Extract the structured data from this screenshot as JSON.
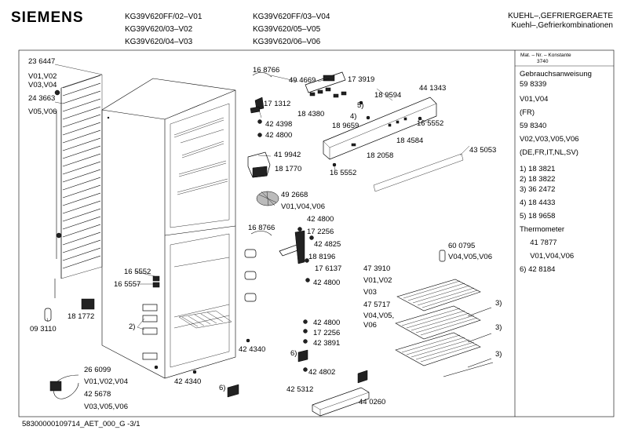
{
  "header": {
    "brand": "SIEMENS",
    "models_col1": [
      "KG39V620FF/02–V01",
      "KG39V620/03–V02",
      "KG39V620/04–V03"
    ],
    "models_col2": [
      "KG39V620FF/03–V04",
      "KG39V620/05–V05",
      "KG39V620/06–V06"
    ],
    "category_line1": "KUEHL–,GEFRIERGERAETE",
    "category_line2": "Kuehl–,Gefrierkombinationen"
  },
  "sidebar": {
    "heading": "Mat. – Nr. – Konstante",
    "heading_value": "3740",
    "lines": [
      "Gebrauchsanweisung",
      "59 8339",
      "V01,V04",
      "(FR)",
      "59 8340",
      "V02,V03,V05,V06",
      "(DE,FR,IT,NL,SV)",
      "",
      "1)  18 3821",
      "2)  18 3822",
      "3)  36 2472",
      "4)  18 4433",
      "5)  18 9658",
      "Thermometer",
      "     41 7877",
      "     V01,V04,V06",
      "6)  42 8184"
    ]
  },
  "labels": {
    "l_236447": "23 6447",
    "l_v01v02": "V01,V02",
    "l_v03v04": "V03,V04",
    "l_243663": "24 3663",
    "l_v05v06": "V05,V06",
    "l_168766a": "16 8766",
    "l_494669": "49 4669",
    "l_173919": "17 3919",
    "l_441343": "44 1343",
    "l_171312": "17 1312",
    "l_n5": "5)",
    "l_189594": "18 9594",
    "l_184380": "18 4380",
    "l_n4": "4)",
    "l_424398": "42 4398",
    "l_189659": "18 9659",
    "l_165552a": "16 5552",
    "l_424800a": "42 4800",
    "l_184584": "18 4584",
    "l_419942": "41 9942",
    "l_182058": "18 2058",
    "l_435053": "43 5053",
    "l_181770": "18 1770",
    "l_165552b": "16 5552",
    "l_492668": "49 2668",
    "l_v01v04v06": "V01,V04,V06",
    "l_424800b": "42 4800",
    "l_168766b": "16 8766",
    "l_172256a": "17 2256",
    "l_424825": "42 4825",
    "l_600795": "60 0795",
    "l_v04v05v06": "V04,V05,V06",
    "l_188196": "18 8196",
    "l_165552c": "16 5552",
    "l_176137": "17 6137",
    "l_473910": "47 3910",
    "l_165557": "16 5557",
    "l_424800c": "42 4800",
    "l_v01v02b": "V01,V02",
    "l_v03": "V03",
    "l_475717": "47 5717",
    "l_n3a": "3)",
    "l_v04v05": "V04,V05,",
    "l_v06": "V06",
    "l_n3b": "3)",
    "l_093110": "09 3110",
    "l_181772": "18 1772",
    "l_n2": "2)",
    "l_424800d": "42 4800",
    "l_172256b": "17 2256",
    "l_423891": "42 3891",
    "l_n3c": "3)",
    "l_424340a": "42 4340",
    "l_n6a": "6)",
    "l_424802": "42 4802",
    "l_266099": "26 6099",
    "l_v01v02v04": "V01,V02,V04",
    "l_424340b": "42 4340",
    "l_425678": "42 5678",
    "l_n6b": "6)",
    "l_425312": "42 5312",
    "l_v03v05v06": "V03,V05,V06",
    "l_440260": "44 0260"
  },
  "footer": {
    "doc_id": "58300000109714_AET_000_G -3/1"
  }
}
